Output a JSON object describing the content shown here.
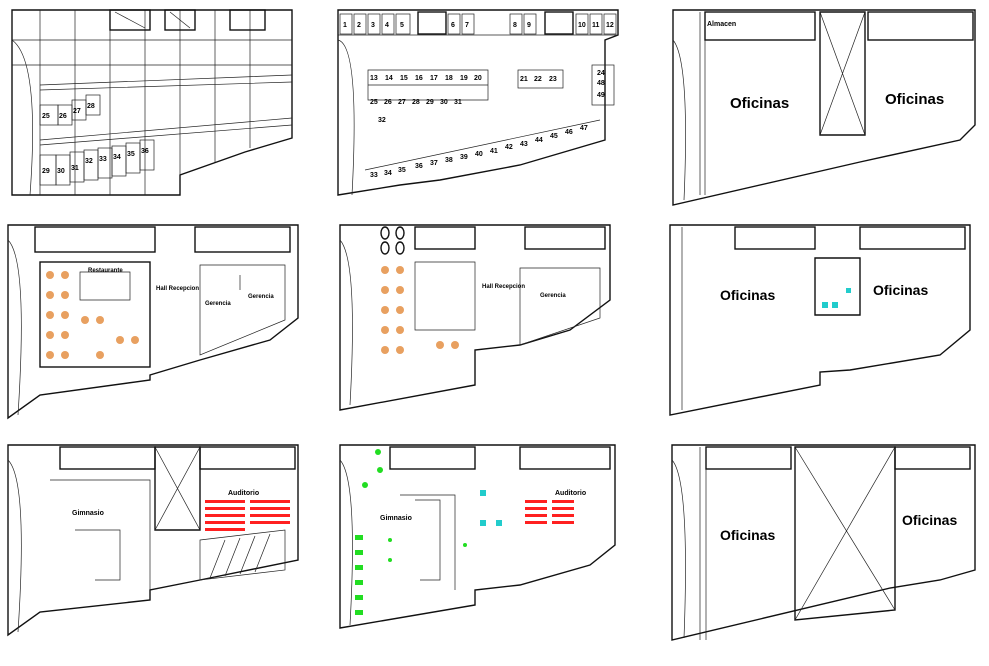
{
  "colors": {
    "line": "#111111",
    "furniture_orange": "#e8a060",
    "seat_red": "#ff2020",
    "plant_green": "#22dd22",
    "cyan": "#22cccc",
    "yellow": "#ffe000",
    "magenta": "#ff00ff"
  },
  "plans": {
    "p1": {
      "stall_numbers": [
        "25",
        "26",
        "27",
        "28",
        "29",
        "30",
        "31",
        "32",
        "33",
        "34",
        "35",
        "36"
      ]
    },
    "p2": {
      "stall_numbers": [
        "1",
        "2",
        "3",
        "4",
        "5",
        "6",
        "7",
        "8",
        "9",
        "10",
        "11",
        "12",
        "13",
        "14",
        "15",
        "16",
        "17",
        "18",
        "19",
        "20",
        "21",
        "22",
        "23",
        "24",
        "25",
        "26",
        "27",
        "28",
        "29",
        "30",
        "31",
        "32",
        "33",
        "34",
        "35",
        "36",
        "37",
        "38",
        "39",
        "40",
        "41",
        "42",
        "43",
        "44",
        "45",
        "46",
        "47",
        "48",
        "49"
      ]
    },
    "p3": {
      "label_left": "Oficinas",
      "label_right": "Oficinas",
      "label_small": "Almacen"
    },
    "p4": {
      "label_restaurant": "Restaurante",
      "label_lobby": "Hall Recepcion",
      "label_office": "Gerencia",
      "label_office2": "Gerencia"
    },
    "p5": {
      "label_lobby": "Hall Recepcion",
      "label_office": "Gerencia"
    },
    "p6": {
      "label_left": "Oficinas",
      "label_right": "Oficinas"
    },
    "p7": {
      "label_gym": "Gimnasio",
      "label_aud": "Auditorio"
    },
    "p8": {
      "label_gym": "Gimnasio",
      "label_aud": "Auditorio"
    },
    "p9": {
      "label_left": "Oficinas",
      "label_right": "Oficinas"
    }
  }
}
